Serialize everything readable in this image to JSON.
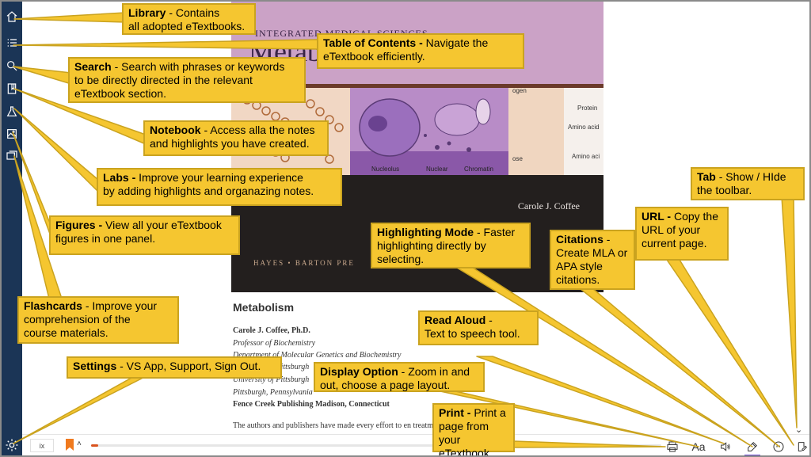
{
  "book": {
    "series": "INTEGRATED MEDICAL SCIENCES",
    "cover_title": "Metab",
    "cover_author": "Carole J. Coffee",
    "cover_publisher": "HAYES • BARTON PRE",
    "art_labels": {
      "top_right_1": "ogen",
      "top_right_2": "ose",
      "protein": "Protein",
      "amino_1": "Amino acid",
      "amino_2": "Amino aci",
      "nucleolus": "Nucleolus",
      "nuclear": "Nuclear",
      "chromatin": "Chromatin"
    },
    "title_page": {
      "title": "Metabolism",
      "author": "Carole J. Coffee, Ph.D.",
      "lines": [
        "Professor of Biochemistry",
        "Department of Molecular Genetics and Biochemistry",
        "University of Pittsburgh",
        "University of Pittsburgh",
        "Pittsburgh, Pennsylvania"
      ],
      "publisher": "Fence Creek Publishing Madison, Connecticut",
      "note": "The authors and publishers have made every effort to en        treatment and drug"
    }
  },
  "toolbar": {
    "page_number": "ix",
    "progress_fraction": 0.012,
    "accent_color": "#d9531e",
    "bookmark_color": "#f07a1e",
    "underline_color": "#6a4bd1",
    "display_label": "Aa"
  },
  "sidebar": {
    "background": "#1b3556",
    "icons": [
      "home-icon",
      "list-icon",
      "search-icon",
      "notebook-icon",
      "flask-icon",
      "image-icon",
      "cards-icon",
      "gear-icon"
    ]
  },
  "callouts": {
    "library": {
      "title": "Library",
      "text": " - Contains\nall adopted eTextbooks."
    },
    "toc": {
      "title": "Table of Contents -",
      "text": " Navigate the\neTextbook efficiently."
    },
    "search": {
      "title": "Search",
      "text": " - Search with phrases or keywords\nto be directly directed in the relevant\neTextbook section."
    },
    "notebook": {
      "title": "Notebook",
      "text": " - Access alla the notes\nand highlights you have created."
    },
    "labs": {
      "title": "Labs -",
      "text": " Improve your learning experience\nby adding highlights and organazing notes."
    },
    "figures": {
      "title": "Figures -",
      "text": " View all your eTextbook\nfigures in one panel."
    },
    "flashcards": {
      "title": "Flashcards",
      "text": " - Improve your\ncomprehension of the\ncourse materials."
    },
    "settings": {
      "title": "Settings",
      "text": " - VS App, Support, Sign Out."
    },
    "highlighting": {
      "title": "Highlighting Mode",
      "text": " - Faster\nhighlighting directly by\nselecting."
    },
    "citations": {
      "title": "Citations",
      "text": " -\nCreate MLA or\nAPA style\ncitations."
    },
    "url": {
      "title": "URL -",
      "text": " Copy the\nURL of your\ncurrent page."
    },
    "tab": {
      "title": "Tab",
      "text": " - Show / HIde\nthe toolbar."
    },
    "read_aloud": {
      "title": "Read Aloud",
      "text": " -\nText to speech tool."
    },
    "display": {
      "title": "Display Option",
      "text": " - Zoom in and\nout, choose a page layout."
    },
    "print": {
      "title": "Print -",
      "text": " Print a\npage from your\neTextbook."
    }
  },
  "colors": {
    "callout_fill": "#f5c630",
    "callout_border": "#caa31f"
  }
}
